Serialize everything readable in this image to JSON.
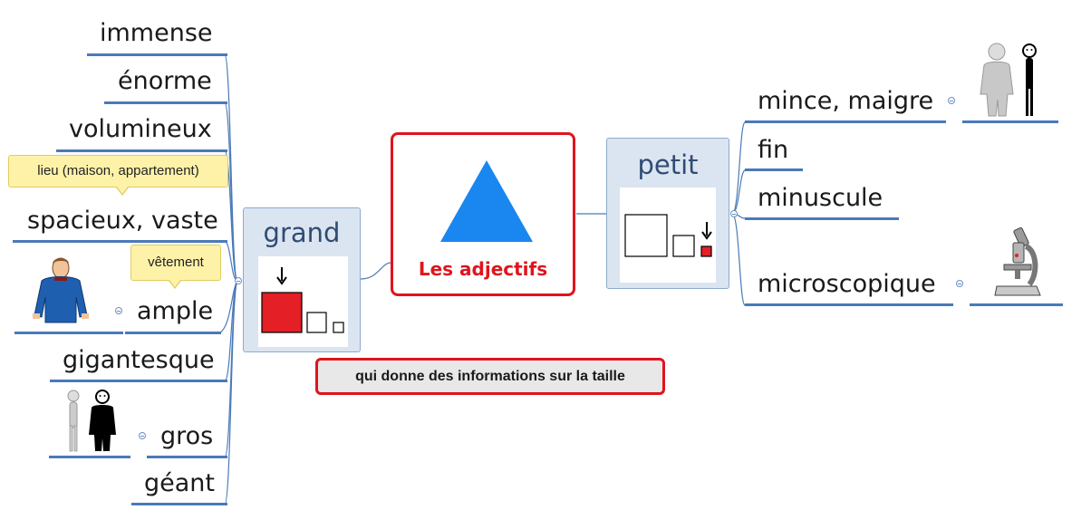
{
  "central": {
    "title": "Les adjectifs",
    "shape": "blue-triangle",
    "color_border": "#e0141e",
    "color_triangle": "#1a86f0"
  },
  "definition": {
    "text": "qui donne des informations sur la taille"
  },
  "grand": {
    "label": "grand",
    "children": [
      "immense",
      "énorme",
      "volumineux",
      "spacieux, vaste",
      "ample",
      "gigantesque",
      "gros",
      "géant"
    ],
    "notes": {
      "spacieux": "lieu (maison, appartement)",
      "ample": "vêtement"
    }
  },
  "petit": {
    "label": "petit",
    "children": [
      "mince, maigre",
      "fin",
      "minuscule",
      "microscopique"
    ]
  },
  "colors": {
    "line": "#4a7ab8",
    "topic_bg": "#dbe5f1",
    "topic_text": "#2f4c73",
    "red": "#e0141e"
  }
}
